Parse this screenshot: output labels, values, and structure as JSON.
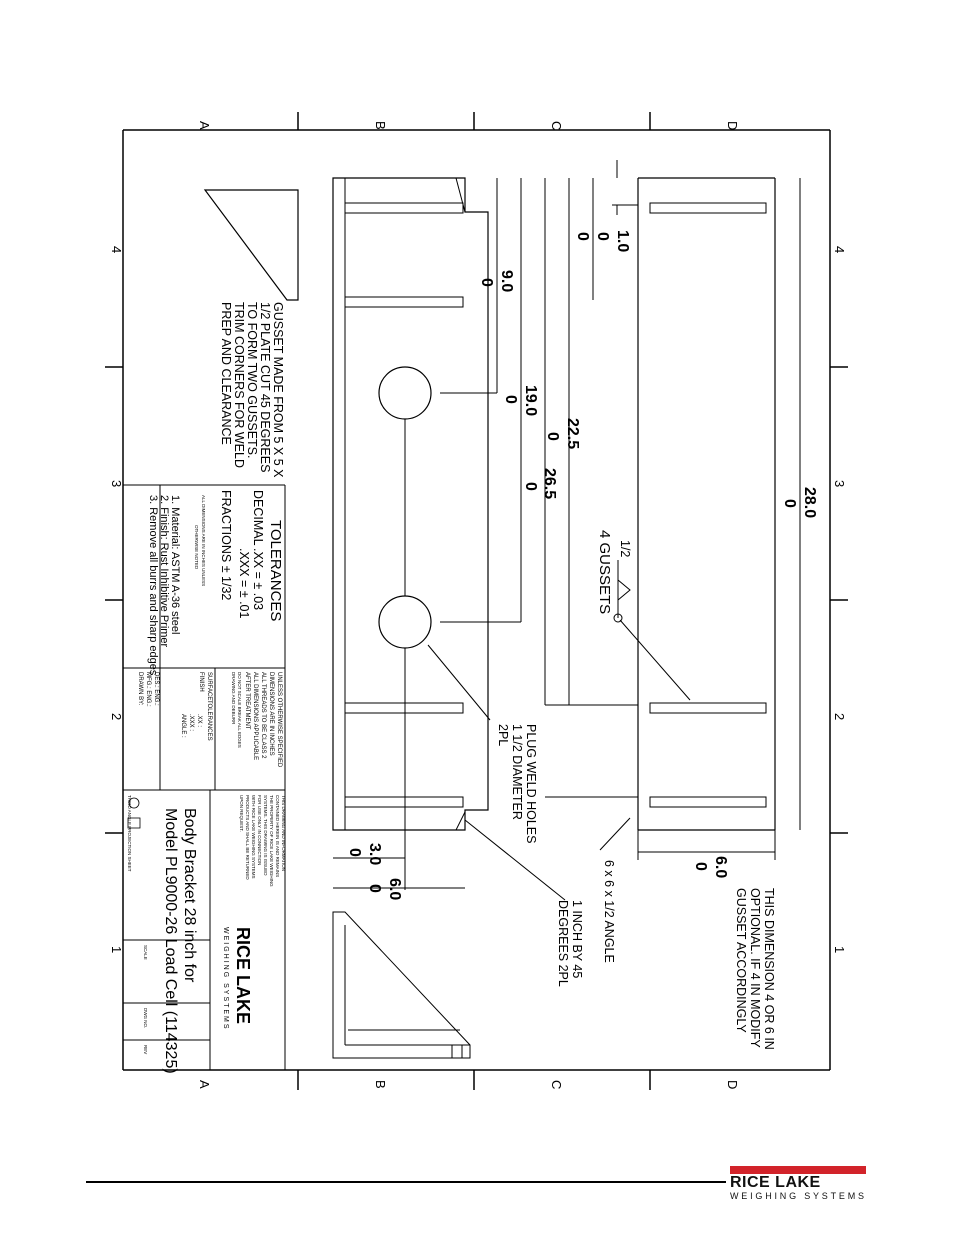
{
  "zones": {
    "rows": [
      "A",
      "B",
      "C",
      "D"
    ],
    "cols": [
      "4",
      "3",
      "2",
      "1"
    ]
  },
  "dimensions": {
    "d1": "1.0",
    "d2": "9.0",
    "d3": "19.0",
    "d4": "22.5",
    "d5": "26.5",
    "d6": "28.0",
    "d7": "3.0",
    "d8": "6.0",
    "d9": "6.0",
    "zero": "0"
  },
  "notes": {
    "gusset_note": [
      "GUSSET MADE FROM 5 X 5 X",
      "1/2 PLATE CUT 45 DEGREES",
      "TO FORM TWO GUSSETS.",
      "TRIM CORNERS FOR WELD",
      "PREP AND CLEARANCE"
    ],
    "gussets_frac": "1/2",
    "gussets_label": "4 GUSSETS",
    "plug_weld": [
      "PLUG WELD HOLES",
      "1 1/2 DIAMETER",
      "2PL"
    ],
    "angle_label": "6 x 6 x 1/2 ANGLE",
    "inch_by_45": [
      "1 INCH BY 45",
      "DEGREES  2PL"
    ],
    "optional_note": [
      "THIS DIMENSION 4 OR 6 IN",
      "OPTIONAL. IF 4 IN MODIFY",
      "GUSSET ACCORDINGLY"
    ]
  },
  "tolerances": {
    "title": "TOLERANCES",
    "decimal_label": "DECIMAL",
    "xx": ".XX =   ± .03",
    "xxx": ".XXX =  ± .01",
    "fractions": "FRACTIONS   ± 1/32",
    "inches_note": [
      "ALL DIMENSIONS ARE IN INCHES UNLESS",
      "OTHERWISE NOTED"
    ]
  },
  "general_notes": [
    "1. Material: ASTM A-36 steel",
    "2. Finish: Rust Inhibitive Primer",
    "3. Remove all burrs and sharp edges"
  ],
  "unless_block": [
    "UNLESS OTHERWISE SPECIFIED",
    "DIMENSIONS ARE IN INCHES",
    "ALL THREADS TO BE CLASS 2",
    "ALL DIMENSIONS APPLICABLE",
    "AFTER TREATMENT",
    "DO NOT SCALE  BREAK ALL EDGES",
    "DRAWING  AND DEBURR"
  ],
  "finish_block": {
    "surface": "SURFACE",
    "finish": "FINISH",
    "tol_head": "TOLERANCES",
    "xx": ".XX :",
    "xxx": ".XXX :",
    "angle": "ANGLE :"
  },
  "sign_block": [
    "DES.:     ENG.:",
    "MFG.:    ENG.:",
    "DRAWN BY:"
  ],
  "proprietary": [
    "THIS DRAWING AND INFORMATION",
    "CONTAINED HEREIN IS AND REMAINS",
    "THE PROPERTY OF RICE LAKE WEIGHING",
    "SYSTEMS. THIS DRAWING IS ISSUED",
    "FOR USE ONLY IN CONNECTION",
    "WITH RICE LAKE WEIGHING SYSTEMS",
    "PRODUCTS AND SHALL BE RETURNED",
    "UPON REQUEST."
  ],
  "projection_label": "THIRD ANGLE PROJECTION SHEET",
  "title_block": {
    "line1": "Body Bracket 28 inch for",
    "line2": "Model PL9000-26 Load Cell (114325)",
    "logo_main": "RICE LAKE",
    "logo_sub": "WEIGHING SYSTEMS",
    "scale_label": "SCALE",
    "dwg_label": "DWG NO.",
    "rev_label": "REV"
  },
  "footer": {
    "logo_main": "RICE LAKE",
    "logo_sub": "WEIGHING SYSTEMS",
    "brand_color": "#d2232a"
  }
}
